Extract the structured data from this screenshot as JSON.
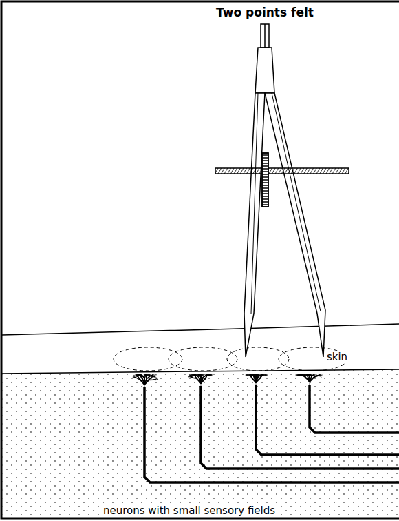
{
  "diagram": {
    "title": "Two points felt",
    "labels": [
      "skin",
      "neurons with small sensory fields"
    ]
  }
}
